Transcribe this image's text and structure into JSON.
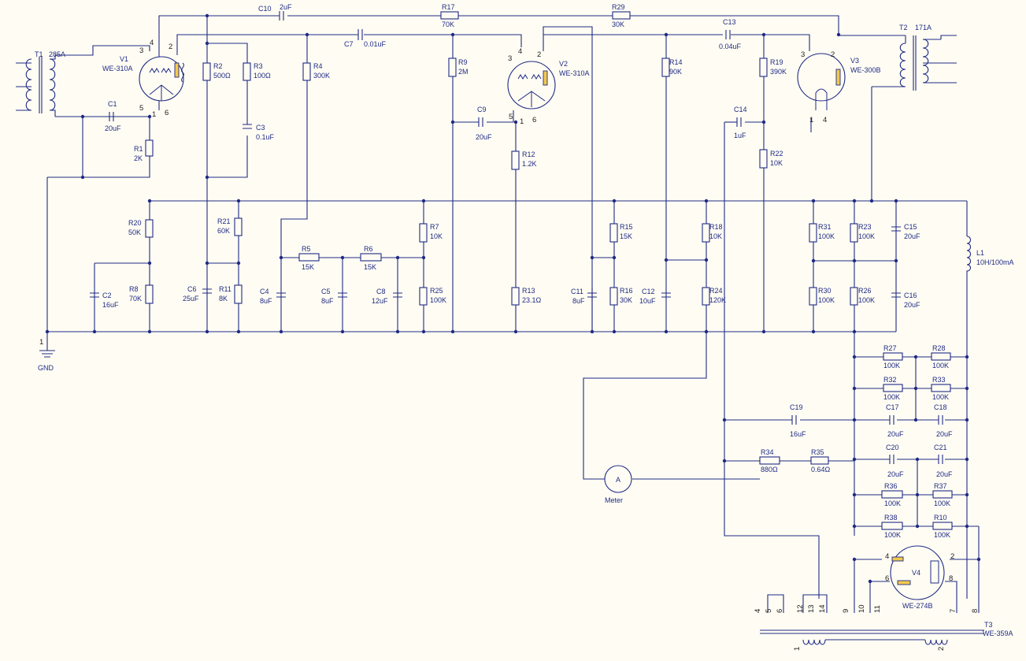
{
  "transformers": [
    {
      "ref": "T1",
      "value": "285A"
    },
    {
      "ref": "T2",
      "value": "171A"
    },
    {
      "ref": "T3",
      "value": "WE-359A"
    }
  ],
  "tubes": [
    {
      "ref": "V1",
      "value": "WE-310A"
    },
    {
      "ref": "V2",
      "value": "WE-310A"
    },
    {
      "ref": "V3",
      "value": "WE-300B"
    },
    {
      "ref": "V4",
      "value": "WE-274B"
    }
  ],
  "resistors": [
    {
      "ref": "R1",
      "value": "2K"
    },
    {
      "ref": "R2",
      "value": "500Ω"
    },
    {
      "ref": "R3",
      "value": "100Ω"
    },
    {
      "ref": "R4",
      "value": "300K"
    },
    {
      "ref": "R5",
      "value": "15K"
    },
    {
      "ref": "R6",
      "value": "15K"
    },
    {
      "ref": "R7",
      "value": "10K"
    },
    {
      "ref": "R8",
      "value": "70K"
    },
    {
      "ref": "R9",
      "value": "2M"
    },
    {
      "ref": "R10",
      "value": "100K"
    },
    {
      "ref": "R11",
      "value": "8K"
    },
    {
      "ref": "R12",
      "value": "1.2K"
    },
    {
      "ref": "R13",
      "value": "23.1Ω"
    },
    {
      "ref": "R14",
      "value": "90K"
    },
    {
      "ref": "R15",
      "value": "15K"
    },
    {
      "ref": "R16",
      "value": "30K"
    },
    {
      "ref": "R17",
      "value": "70K"
    },
    {
      "ref": "R18",
      "value": "10K"
    },
    {
      "ref": "R19",
      "value": "390K"
    },
    {
      "ref": "R20",
      "value": "50K"
    },
    {
      "ref": "R21",
      "value": "60K"
    },
    {
      "ref": "R22",
      "value": "10K"
    },
    {
      "ref": "R23",
      "value": "100K"
    },
    {
      "ref": "R24",
      "value": "120K"
    },
    {
      "ref": "R25",
      "value": "100K"
    },
    {
      "ref": "R26",
      "value": "100K"
    },
    {
      "ref": "R27",
      "value": "100K"
    },
    {
      "ref": "R28",
      "value": "100K"
    },
    {
      "ref": "R29",
      "value": "30K"
    },
    {
      "ref": "R30",
      "value": "100K"
    },
    {
      "ref": "R31",
      "value": "100K"
    },
    {
      "ref": "R32",
      "value": "100K"
    },
    {
      "ref": "R33",
      "value": "100K"
    },
    {
      "ref": "R34",
      "value": "880Ω"
    },
    {
      "ref": "R35",
      "value": "0.64Ω"
    },
    {
      "ref": "R36",
      "value": "100K"
    },
    {
      "ref": "R37",
      "value": "100K"
    },
    {
      "ref": "R38",
      "value": "100K"
    }
  ],
  "capacitors": [
    {
      "ref": "C1",
      "value": "20uF"
    },
    {
      "ref": "C2",
      "value": "16uF"
    },
    {
      "ref": "C3",
      "value": "0.1uF"
    },
    {
      "ref": "C4",
      "value": "8uF"
    },
    {
      "ref": "C5",
      "value": "8uF"
    },
    {
      "ref": "C6",
      "value": "25uF"
    },
    {
      "ref": "C7",
      "value": "0.01uF"
    },
    {
      "ref": "C8",
      "value": "12uF"
    },
    {
      "ref": "C9",
      "value": "20uF"
    },
    {
      "ref": "C10",
      "value": "2uF"
    },
    {
      "ref": "C11",
      "value": "8uF"
    },
    {
      "ref": "C12",
      "value": "10uF"
    },
    {
      "ref": "C13",
      "value": "0.04uF"
    },
    {
      "ref": "C14",
      "value": "1uF"
    },
    {
      "ref": "C15",
      "value": "20uF"
    },
    {
      "ref": "C16",
      "value": "20uF"
    },
    {
      "ref": "C17",
      "value": "20uF"
    },
    {
      "ref": "C18",
      "value": "20uF"
    },
    {
      "ref": "C19",
      "value": "16uF"
    },
    {
      "ref": "C20",
      "value": "20uF"
    },
    {
      "ref": "C21",
      "value": "20uF"
    }
  ],
  "inductor": {
    "ref": "L1",
    "value": "10H/100mA"
  },
  "meter": {
    "symbol": "A",
    "label": "Meter"
  },
  "ground": {
    "pin": "1",
    "label": "GND"
  },
  "pins": {
    "v1": [
      "3",
      "4",
      "2",
      "5",
      "1",
      "6"
    ],
    "v2": [
      "3",
      "4",
      "2",
      "5",
      "1",
      "6"
    ],
    "v3": [
      "3",
      "2",
      "1",
      "4"
    ],
    "v4": [
      "4",
      "2",
      "6",
      "8"
    ],
    "t3": [
      "4",
      "5",
      "6",
      "12",
      "13",
      "14",
      "9",
      "10",
      "11",
      "7",
      "8",
      "1",
      "2"
    ]
  },
  "colors": {
    "background": "#fffdf3",
    "wire": "#1f2a86",
    "heater": "#f2c94c"
  }
}
